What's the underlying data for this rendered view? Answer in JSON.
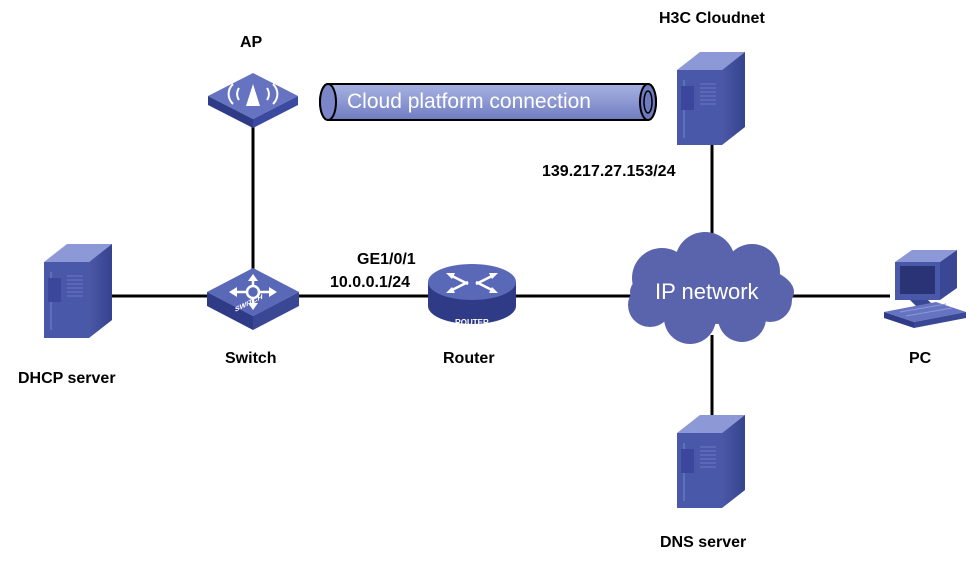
{
  "diagram": {
    "devices": {
      "ap": {
        "label": "AP",
        "icon": "access-point-icon"
      },
      "cloudnet": {
        "label": "H3C Cloudnet",
        "icon": "server-tower-icon"
      },
      "dhcp": {
        "label": "DHCP server",
        "icon": "server-tower-icon"
      },
      "switch": {
        "label": "Switch",
        "icon": "switch-icon",
        "badge": "SWITCH"
      },
      "router": {
        "label": "Router",
        "icon": "router-icon",
        "badge": "ROUTER"
      },
      "ipnet": {
        "label": "IP network",
        "icon": "cloud-icon"
      },
      "pc": {
        "label": "PC",
        "icon": "desktop-pc-icon"
      },
      "dns": {
        "label": "DNS server",
        "icon": "server-tower-icon"
      }
    },
    "tunnel": {
      "label": "Cloud platform connection"
    },
    "interfaces": {
      "router_port": "GE1/0/1",
      "router_ip": "10.0.0.1/24",
      "cloudnet_ip": "139.217.27.153/24"
    },
    "colors": {
      "device_blue": "#4a5aa8",
      "device_dark": "#2a3375",
      "device_light": "#8d99d6",
      "cloud_fill": "#5a64ac",
      "tunnel_fill": "#8c98d2",
      "link": "#000000"
    }
  }
}
